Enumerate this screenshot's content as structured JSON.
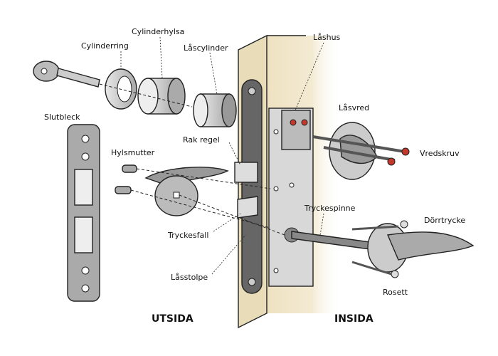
{
  "labels": {
    "cylinderhylsa": "Cylinderhylsa",
    "cylinderring": "Cylinderring",
    "lascylinder": "Låscylinder",
    "lashus": "Låshus",
    "slutbleck": "Slutbleck",
    "lasvred": "Låsvred",
    "rak_regel": "Rak regel",
    "vredskruv": "Vredskruv",
    "hylsmutter": "Hylsmutter",
    "tryckespinne": "Tryckespinne",
    "dorrtrycke": "Dörrtrycke",
    "tryckesfall": "Tryckesfall",
    "lasstolpe": "Låsstolpe",
    "rosett": "Rosett"
  },
  "sides": {
    "outside": "UTSIDA",
    "inside": "INSIDA"
  },
  "colors": {
    "wood": "#efe2c2",
    "metal": "#c9c9c9",
    "dark_metal": "#6a6a6a",
    "screw_accent": "#c0392b"
  }
}
